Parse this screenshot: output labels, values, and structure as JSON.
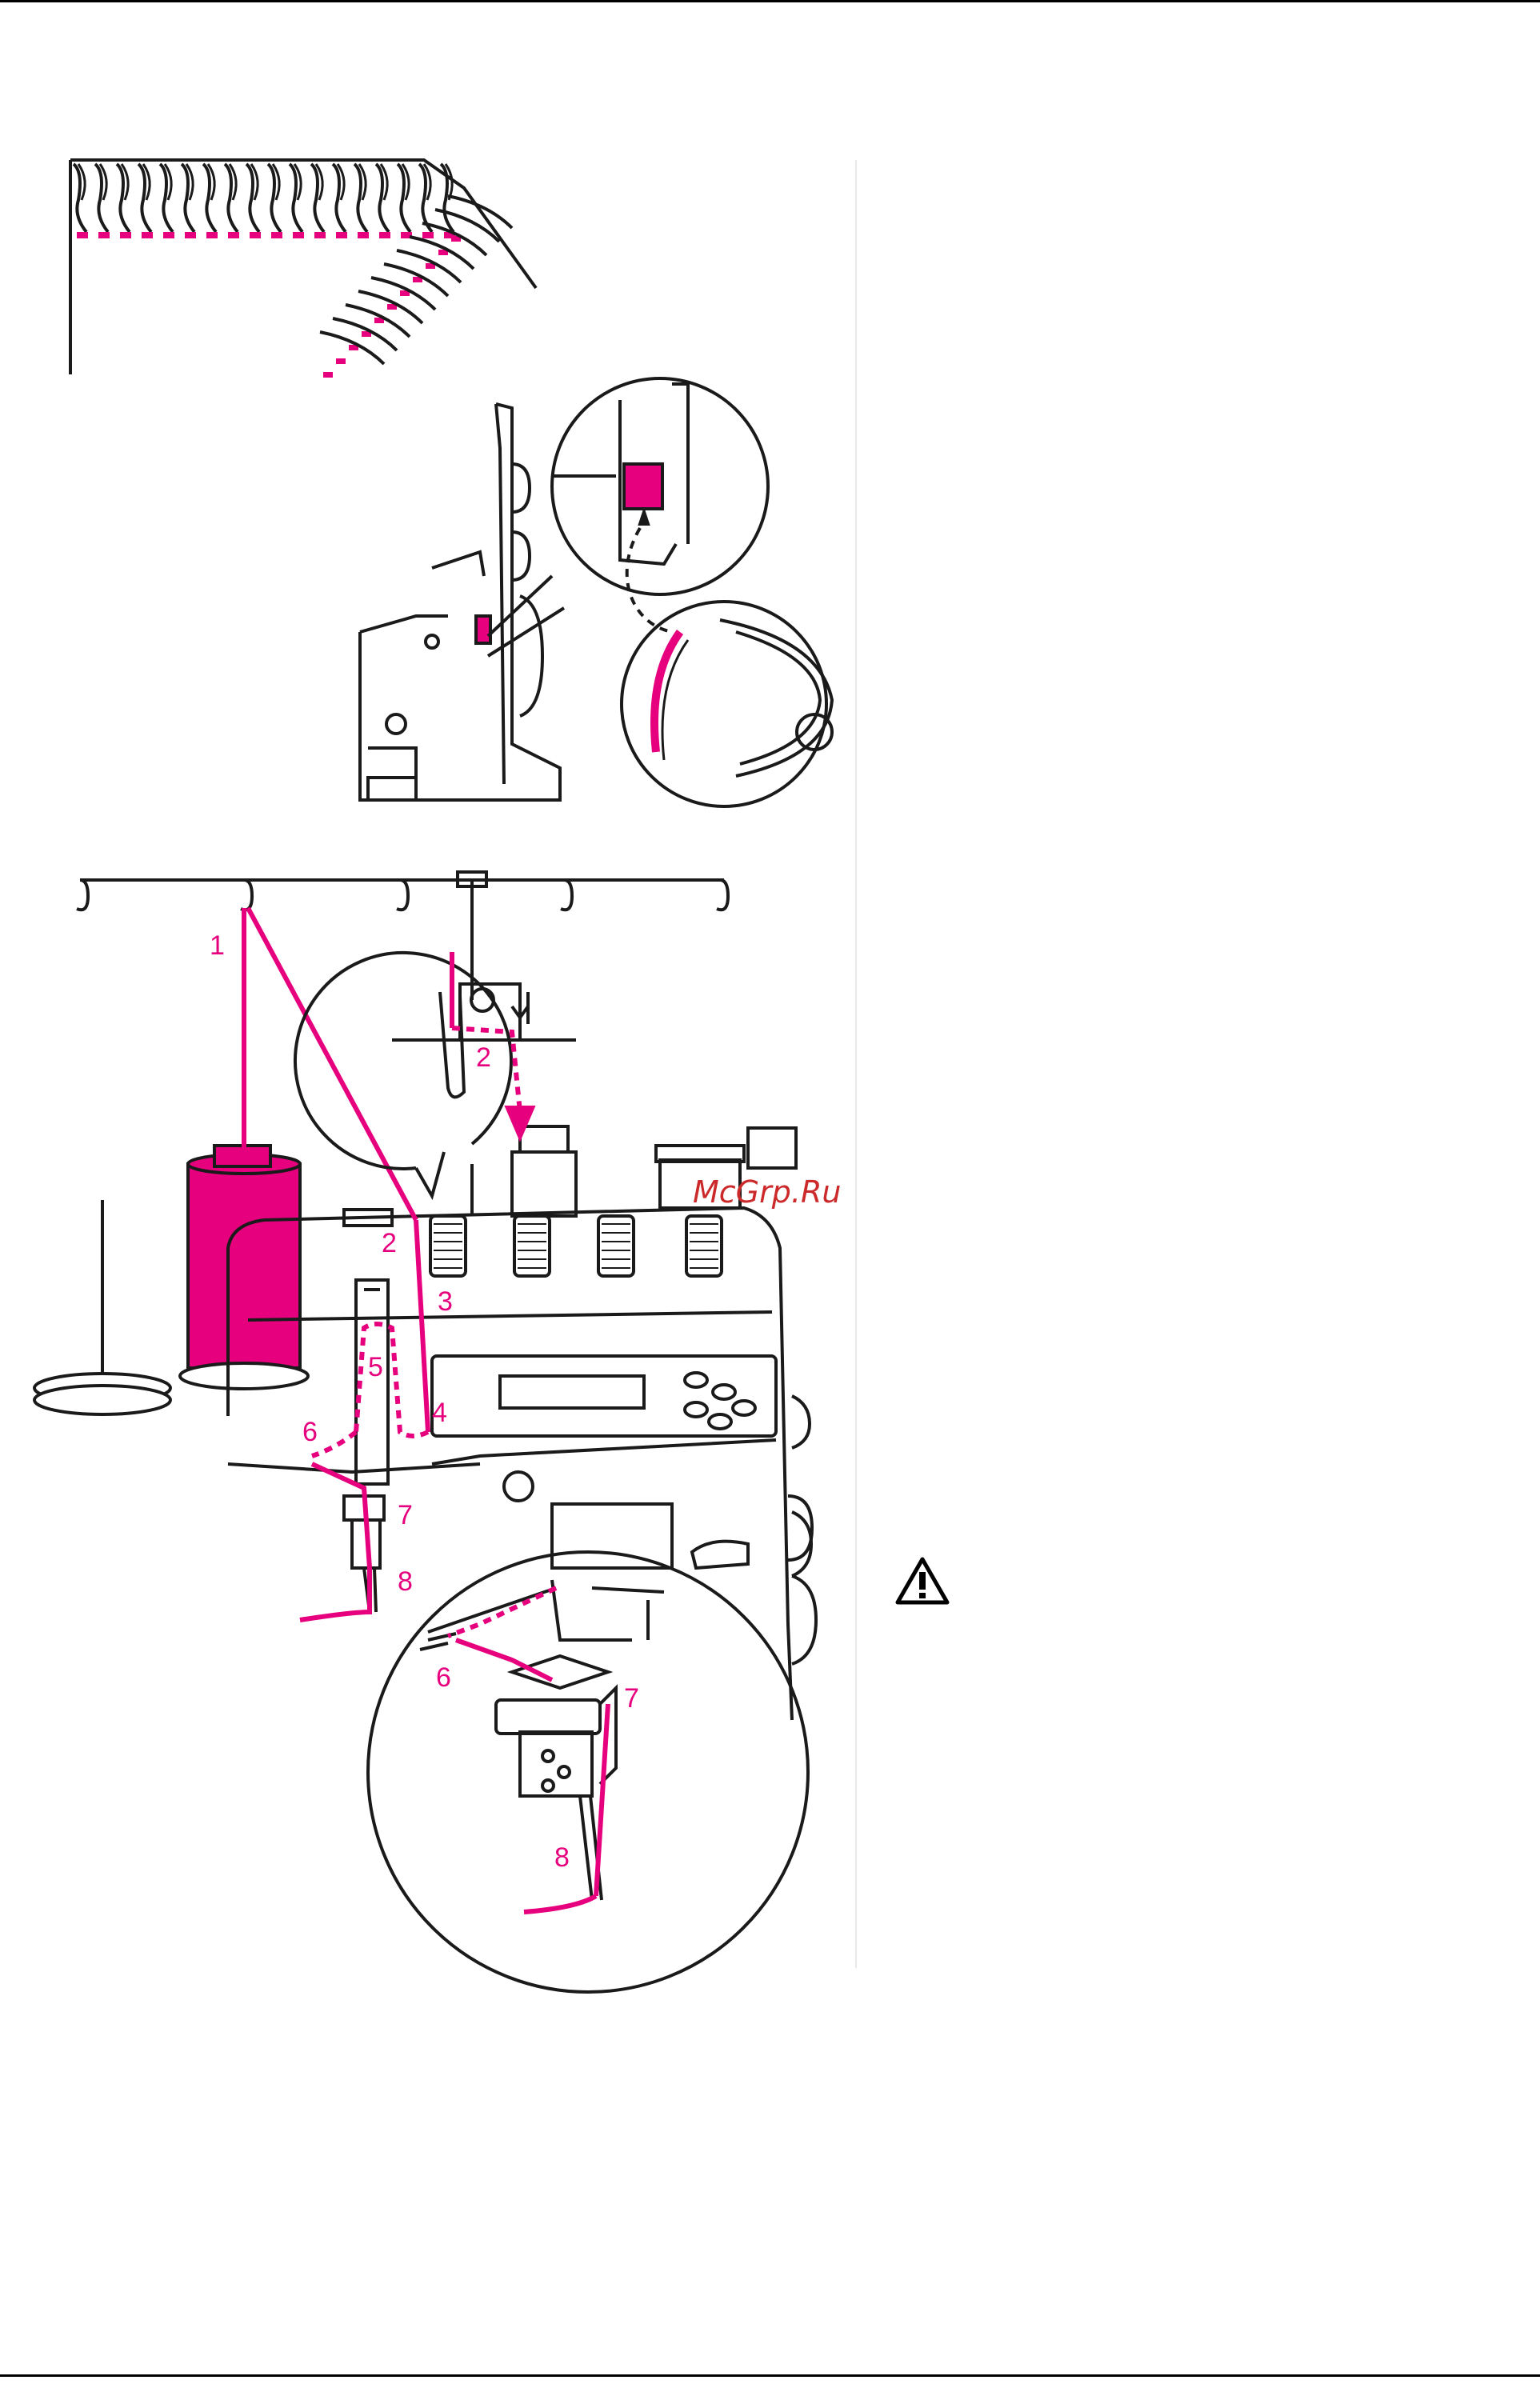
{
  "colors": {
    "accent": "#e6007e",
    "line": "#1a1a1a",
    "watermark": "#cc2a2a"
  },
  "watermark": "McGrp.Ru",
  "labels": {
    "l1": "1",
    "l2a": "2",
    "l2b": "2",
    "l3": "3",
    "l4": "4",
    "l5": "5",
    "l6a": "6",
    "l7a": "7",
    "l8a": "8",
    "l6b": "6",
    "l7b": "7",
    "l8b": "8"
  },
  "icons": {
    "warning": "warning-triangle-icon"
  }
}
